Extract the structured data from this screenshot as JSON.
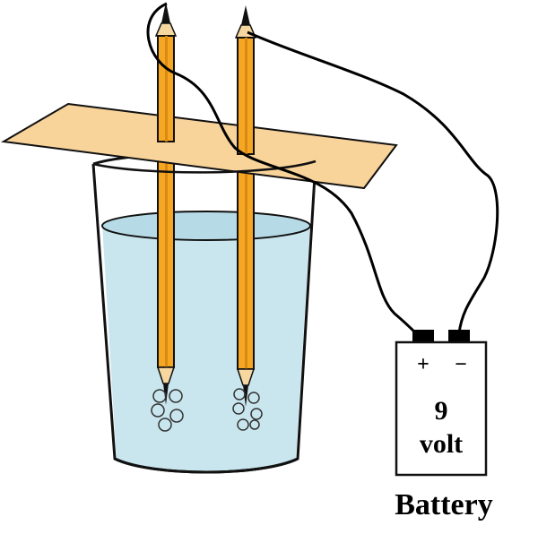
{
  "battery": {
    "plus_symbol": "+",
    "minus_symbol": "−",
    "voltage_number": "9",
    "voltage_unit": "volt",
    "label": "Battery"
  },
  "colors": {
    "water": "#c9e6ee",
    "water_surface": "#b7dbe6",
    "glass_outline": "#111111",
    "card": "#f8d39a",
    "pencil_body": "#f5a623",
    "pencil_shadow": "#d88a12",
    "pencil_wood": "#f6d7a0",
    "graphite": "#111111",
    "wire": "#000000",
    "battery_fill": "#ffffff"
  },
  "icons": {
    "pencils": "pencil-icon",
    "bubbles": "gas-bubble-icon",
    "battery": "battery-icon"
  }
}
